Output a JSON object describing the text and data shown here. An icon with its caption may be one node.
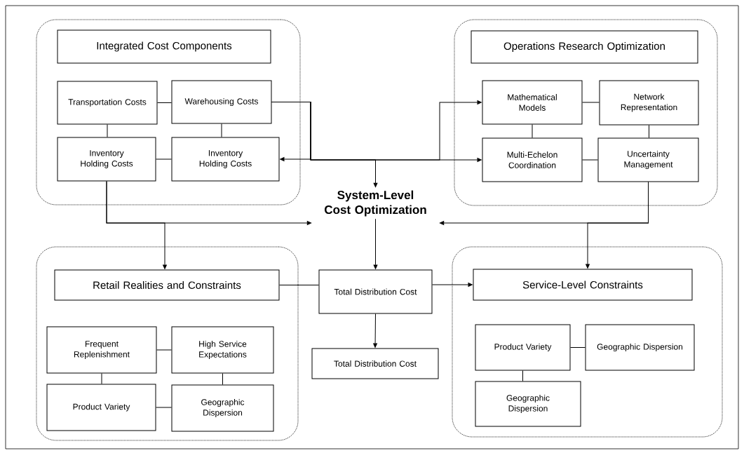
{
  "diagram": {
    "nodes": [
      {
        "text": [],
        "shape": "box"
      },
      {
        "text": [
          "Integrated Cost Components"
        ],
        "in": 0
      },
      {
        "text": [
          "Transportation Costs"
        ],
        "in": 0
      },
      {
        "text": [
          "Warehousing Costs"
        ],
        "in": 0
      },
      {
        "text": [
          "Inventory Holding Costs"
        ],
        "in": 0
      },
      {
        "text": [
          "Inventory Holding Costs"
        ],
        "in": 0
      },
      {
        "text": [],
        "shape": "box"
      },
      {
        "text": [
          "Operations Research Optimization"
        ],
        "in": 6
      },
      {
        "text": [
          "Mathematical Models"
        ],
        "in": 6
      },
      {
        "text": [
          "Network Representation"
        ],
        "in": 6
      },
      {
        "text": [
          "Multi-Echelon Coordination"
        ],
        "in": 6
      },
      {
        "text": [
          "Uncertainty Management"
        ],
        "in": 6
      },
      {
        "text": [
          "System-Level Cost Optimization"
        ]
      },
      {
        "text": [],
        "shape": "box"
      },
      {
        "text": [
          "Retail Realities and Constraints"
        ],
        "in": 13
      },
      {
        "text": [
          "Frequent Replenishment"
        ],
        "in": 13
      },
      {
        "text": [
          "High Service Expectations"
        ],
        "in": 13
      },
      {
        "text": [
          "Product Variety"
        ],
        "in": 13
      },
      {
        "text": [
          "Geographic Dispersion"
        ],
        "in": 13
      },
      {
        "text": [
          "Total Distribution Cost"
        ]
      },
      {
        "text": [
          "Total Distribution Cost"
        ]
      },
      {
        "text": [],
        "shape": "box"
      },
      {
        "text": [
          "Service-Level Constraints"
        ],
        "in": 21
      },
      {
        "text": [
          "Product Variety"
        ],
        "in": 21
      },
      {
        "text": [
          "Geographic Dispersion"
        ],
        "in": 21
      },
      {
        "text": [
          "Geographic Dispersion"
        ],
        "in": 21
      }
    ],
    "edges": [
      {
        "from": 2,
        "to": 3,
        "arrow": "none"
      },
      {
        "from": 2,
        "to": 4,
        "arrow": "none"
      },
      {
        "from": 3,
        "to": 5,
        "arrow": "none"
      },
      {
        "from": 4,
        "to": 5,
        "arrow": "none"
      },
      {
        "from": 8,
        "to": 9,
        "arrow": "none"
      },
      {
        "from": 8,
        "to": 10,
        "arrow": "none"
      },
      {
        "from": 9,
        "to": 11,
        "arrow": "none"
      },
      {
        "from": 10,
        "to": 11,
        "arrow": "none"
      },
      {
        "from": 15,
        "to": 16,
        "arrow": "none"
      },
      {
        "from": 15,
        "to": 17,
        "arrow": "none"
      },
      {
        "from": 16,
        "to": 18,
        "arrow": "none"
      },
      {
        "from": 17,
        "to": 18,
        "arrow": "none"
      },
      {
        "from": 23,
        "to": 24,
        "arrow": "none"
      },
      {
        "from": 23,
        "to": 25,
        "arrow": "none"
      },
      {
        "from": 3,
        "to": 5,
        "arrow": "to"
      },
      {
        "from": 3,
        "to": 10,
        "arrow": "to"
      },
      {
        "from": 3,
        "to": 8,
        "arrow": "to"
      },
      {
        "from": 3,
        "to": 12,
        "arrow": "to"
      },
      {
        "from": 4,
        "to": 12,
        "arrow": "to"
      },
      {
        "from": 4,
        "to": 14,
        "arrow": "to"
      },
      {
        "from": 11,
        "to": 12,
        "arrow": "to"
      },
      {
        "from": 11,
        "to": 22,
        "arrow": "to"
      },
      {
        "from": 12,
        "to": 19,
        "arrow": "to"
      },
      {
        "from": 14,
        "to": 19,
        "arrow": "none"
      },
      {
        "from": 19,
        "to": 22,
        "arrow": "to"
      },
      {
        "from": 19,
        "to": 20,
        "arrow": "to"
      }
    ]
  }
}
